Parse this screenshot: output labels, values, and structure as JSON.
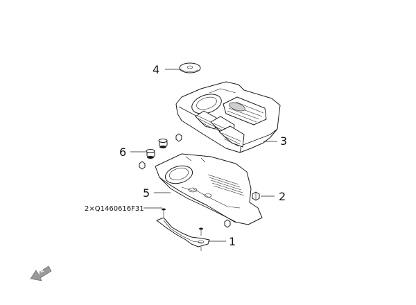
{
  "callouts": {
    "c1": "1",
    "c2": "2",
    "c3": "3",
    "c4": "4",
    "c5": "5",
    "c6": "6",
    "bolt_spec": "2×Q1460616F31"
  },
  "front_arrow": {
    "label": "FR"
  }
}
